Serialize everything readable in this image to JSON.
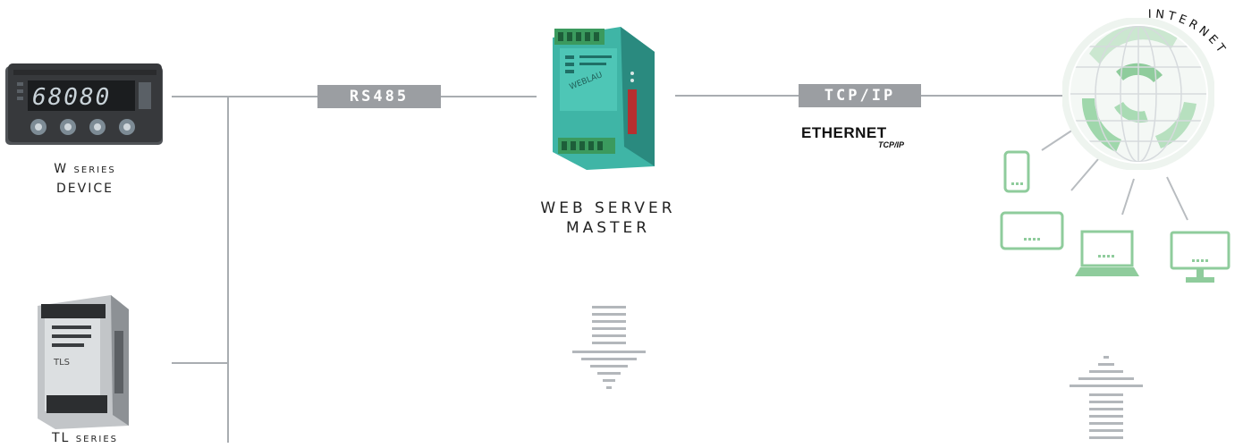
{
  "devices": {
    "w_series": {
      "line1": "W series",
      "line2": "DEVICE",
      "display": "68080"
    },
    "tl_series": {
      "line1": "TL series",
      "label": "TLS"
    },
    "master": {
      "line1": "WEB SERVER",
      "line2": "MASTER",
      "brand": "WEBLAU"
    }
  },
  "links": {
    "rs485": "RS485",
    "tcpip": "TCP/IP",
    "ethernet_main": "ETHERNET",
    "ethernet_sub": "TCP/IP"
  },
  "internet": {
    "arc_text": "INTERNET"
  },
  "colors": {
    "line": "#a9adb1",
    "tag_bg": "#9b9ea2",
    "green": "#8fcc9c",
    "teal": "#3fb5a6"
  }
}
